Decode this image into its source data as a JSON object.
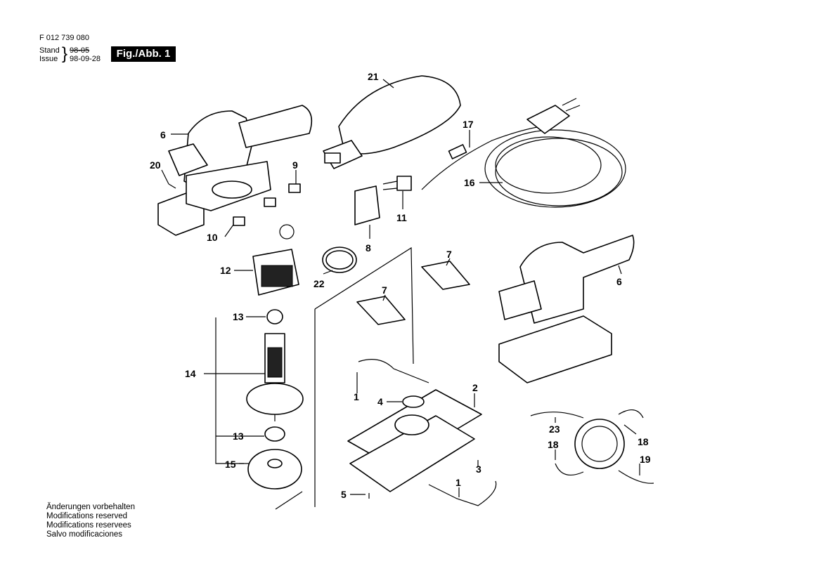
{
  "header": {
    "doc_number": "F 012 739 080",
    "stand_label": "Stand",
    "stand_date": "98-05",
    "issue_label": "Issue",
    "issue_date": "98-09-28",
    "figure_label": "Fig./Abb. 1"
  },
  "footer": {
    "lines": [
      "Änderungen vorbehalten",
      "Modifications reserved",
      "Modifications reservees",
      "Salvo modificaciones"
    ]
  },
  "callouts": {
    "c21": "21",
    "c17": "17",
    "c16": "16",
    "c6a": "6",
    "c6b": "6",
    "c20": "20",
    "c9": "9",
    "c10": "10",
    "c11": "11",
    "c8": "8",
    "c12": "12",
    "c22": "22",
    "c7a": "7",
    "c7b": "7",
    "c13a": "13",
    "c13b": "13",
    "c14": "14",
    "c15": "15",
    "c1a": "1",
    "c1b": "1",
    "c2": "2",
    "c3": "3",
    "c4": "4",
    "c5": "5",
    "c23": "23",
    "c18a": "18",
    "c18b": "18",
    "c19": "19"
  }
}
